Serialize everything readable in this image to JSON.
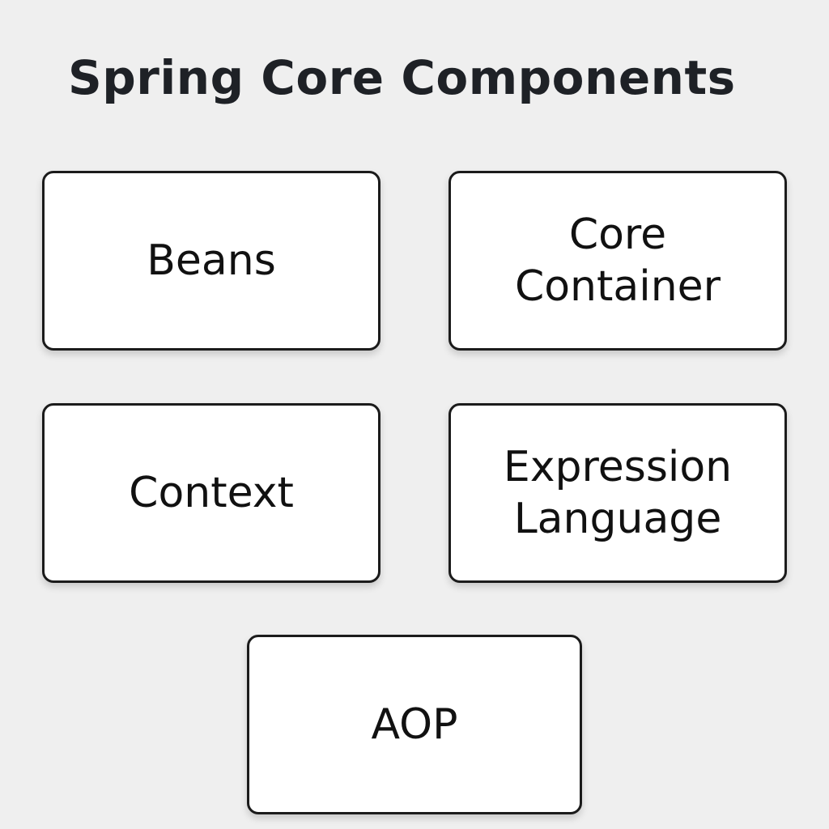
{
  "title": "Spring Core Components",
  "components": [
    {
      "label": "Beans"
    },
    {
      "label": "Core\nContainer"
    },
    {
      "label": "Context"
    },
    {
      "label": "Expression\nLanguage"
    },
    {
      "label": "AOP"
    }
  ]
}
